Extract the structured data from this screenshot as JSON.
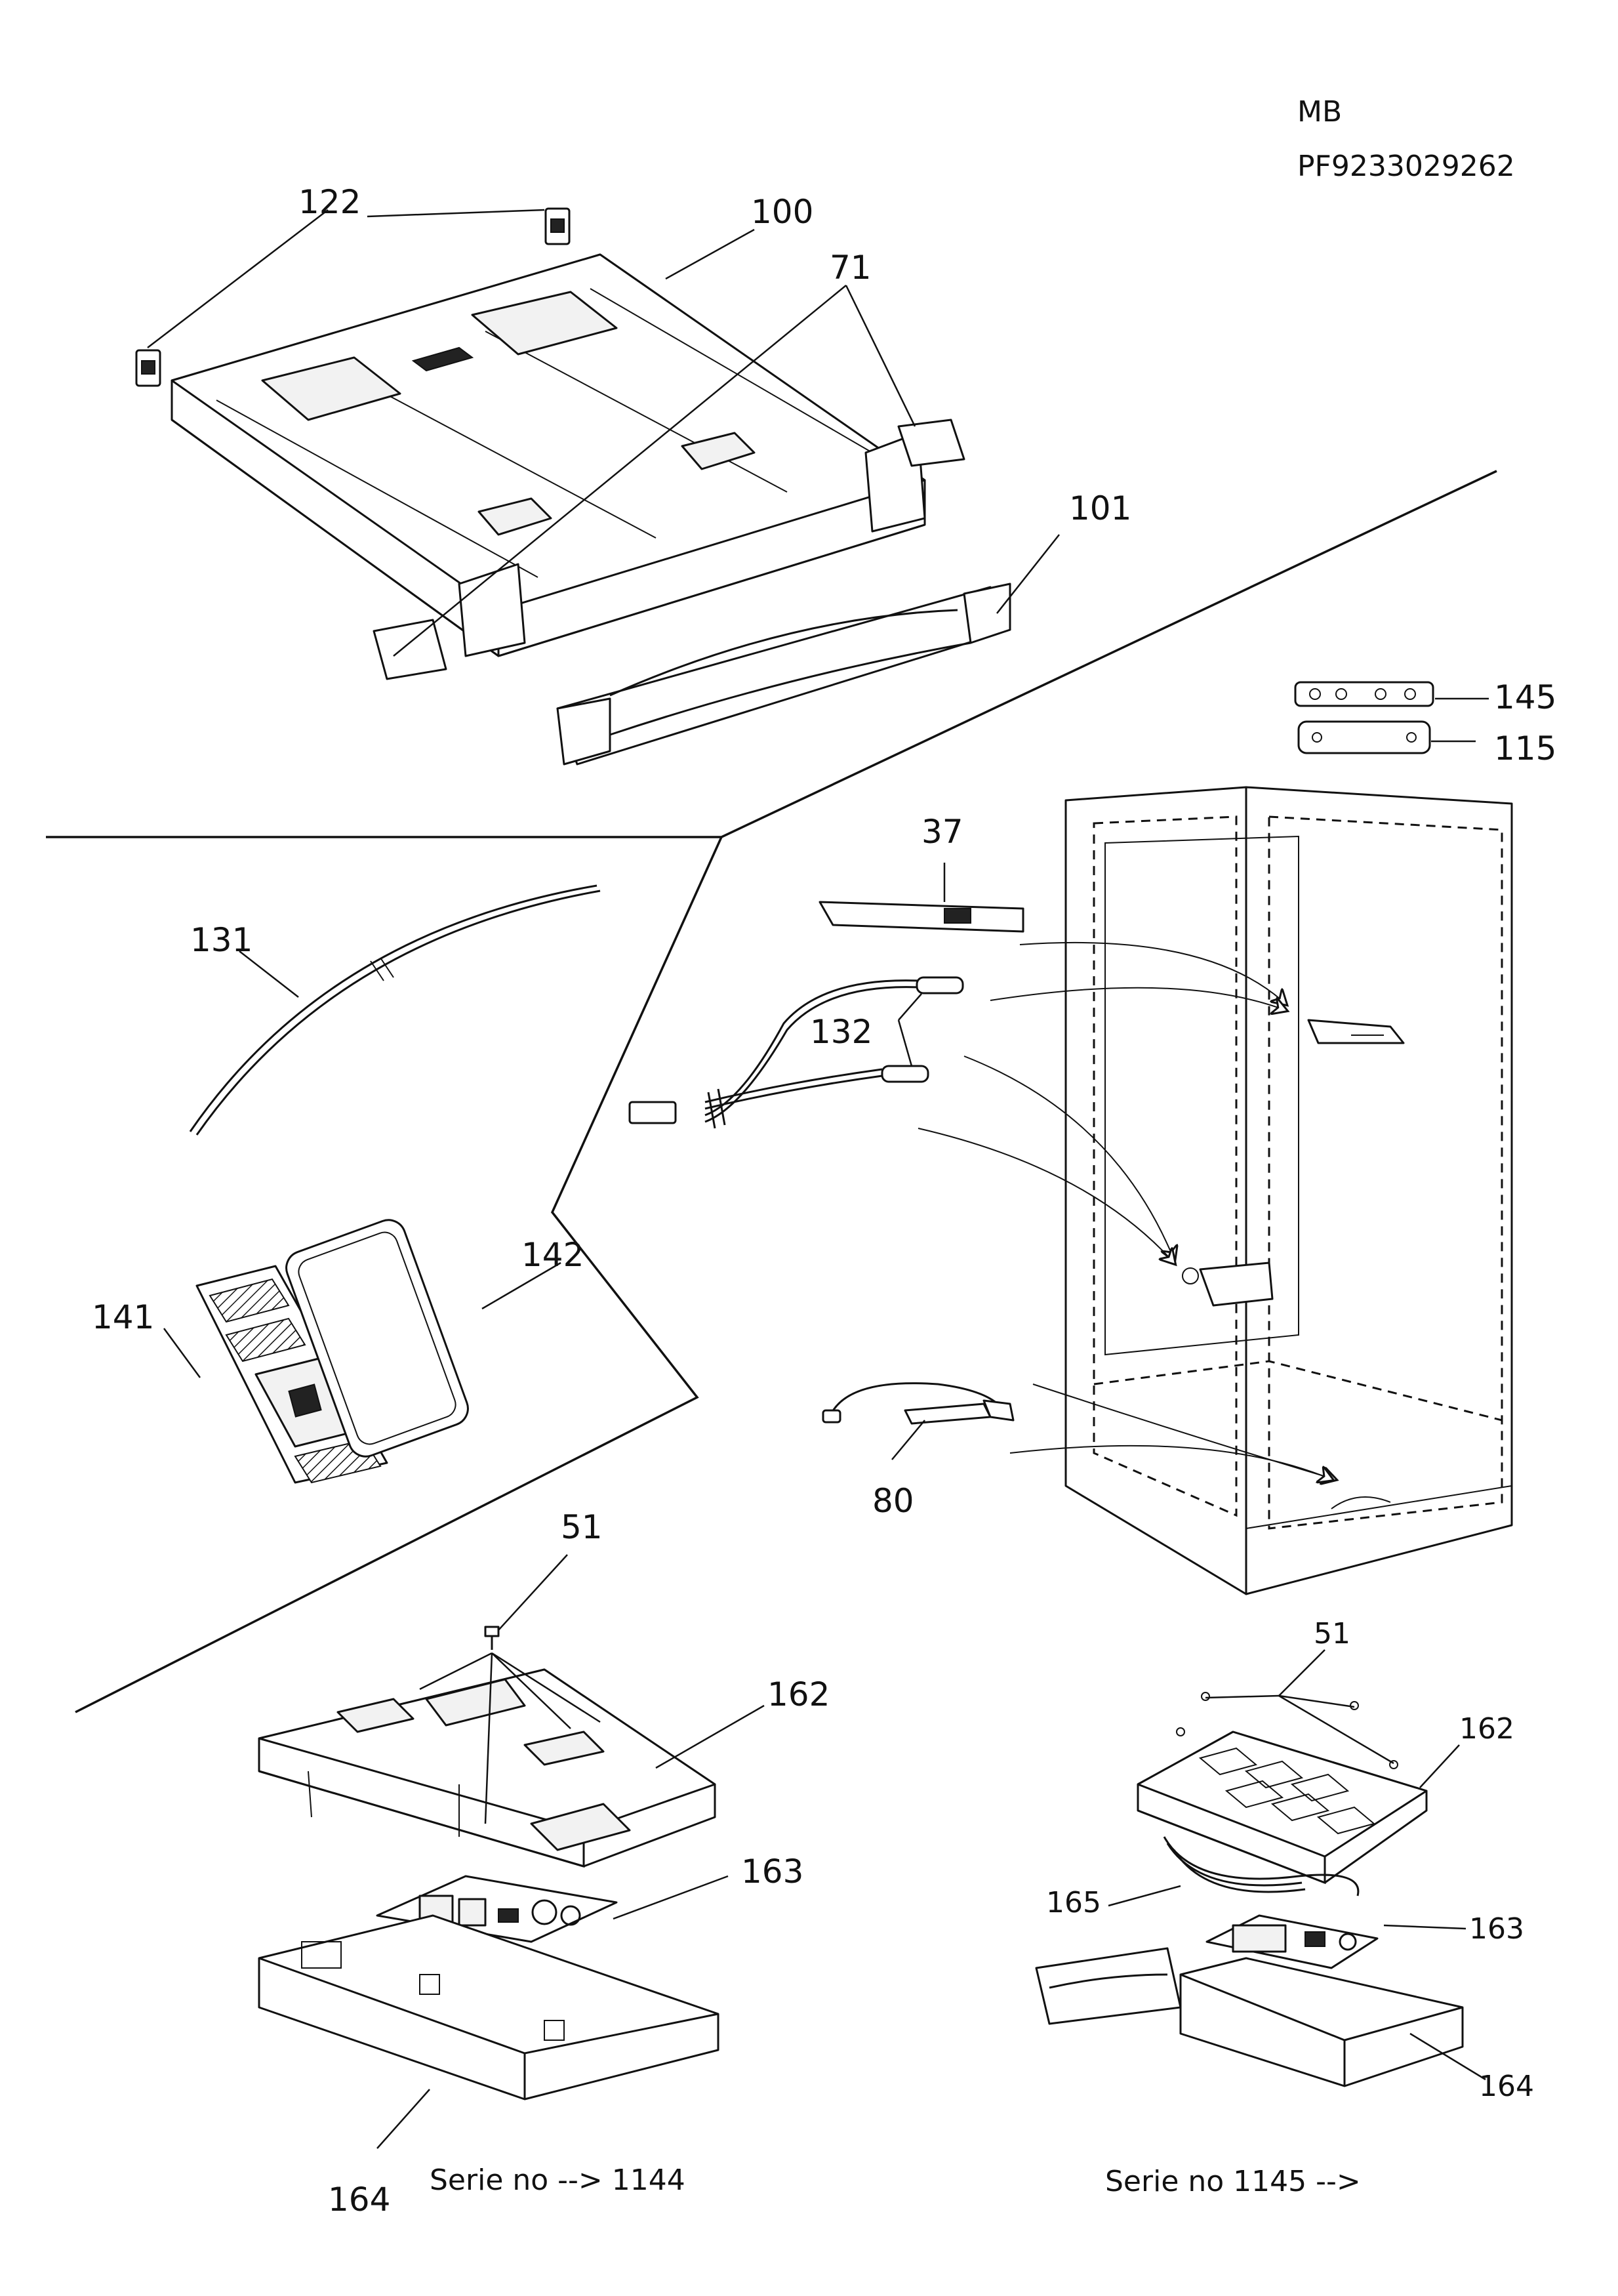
{
  "header": {
    "model_code": "MB",
    "part_number": "PF9233029262"
  },
  "callouts": {
    "c122": "122",
    "c100": "100",
    "c71": "71",
    "c101": "101",
    "c145": "145",
    "c115": "115",
    "c37": "37",
    "c131": "131",
    "c132": "132",
    "c142": "142",
    "c141": "141",
    "c80": "80",
    "c51_left": "51",
    "c162_left": "162",
    "c163_left": "163",
    "c164_left": "164",
    "c51_right": "51",
    "c162_right": "162",
    "c165_right": "165",
    "c163_right": "163",
    "c164_right": "164"
  },
  "captions": {
    "left_series": "Serie no --> 1144",
    "right_series": "Serie no 1145 -->"
  }
}
